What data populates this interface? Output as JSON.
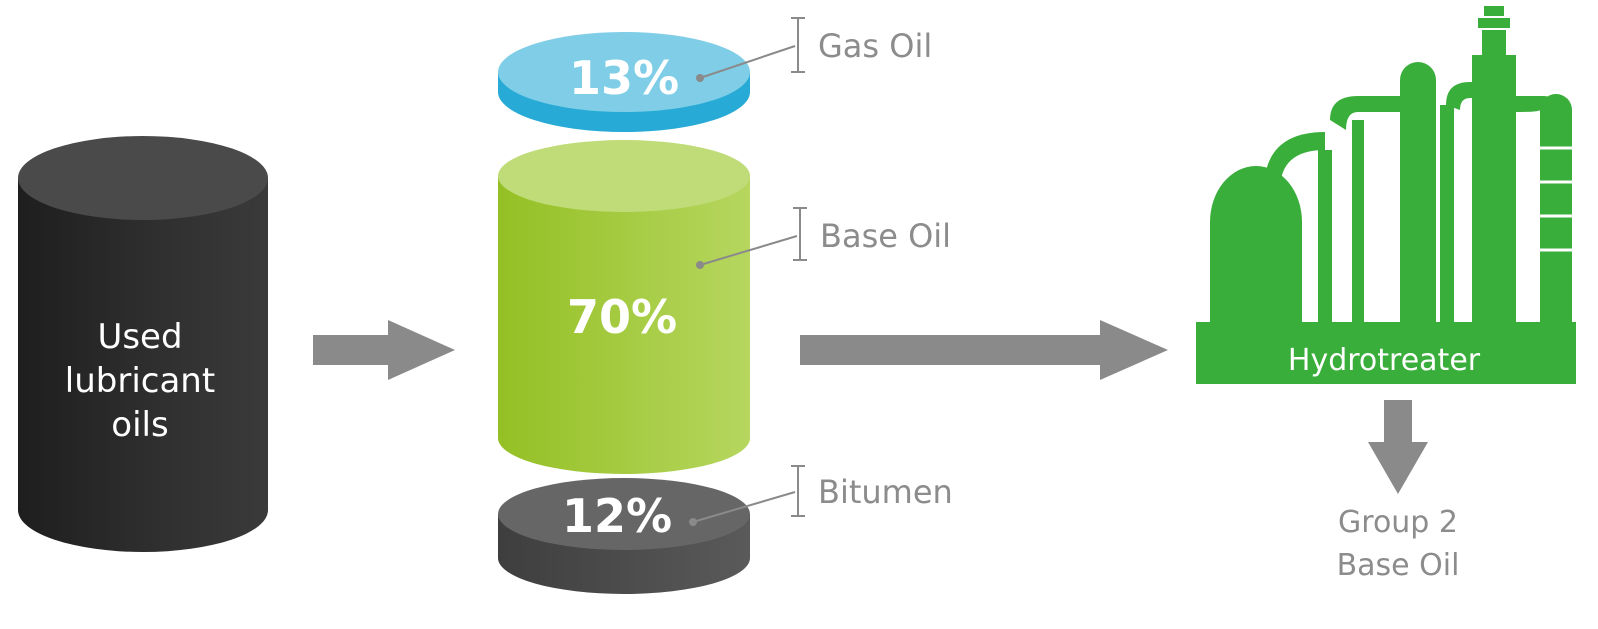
{
  "source": {
    "label_lines": [
      "Used",
      "lubricant",
      "oils"
    ]
  },
  "fractions": [
    {
      "name": "Gas Oil",
      "percent": "13%"
    },
    {
      "name": "Base Oil",
      "percent": "70%"
    },
    {
      "name": "Bitumen",
      "percent": "12%"
    }
  ],
  "hydrotreater": {
    "label": "Hydrotreater",
    "output_lines": [
      "Group 2",
      "Base Oil"
    ]
  },
  "colors": {
    "barrel_dark": "#2f2f2f",
    "gas_oil_blue": "#7fcde6",
    "base_oil_green": "#a9cd3c",
    "bitumen_grey": "#555555",
    "refinery_green": "#3aae3a",
    "arrow_grey": "#8a8a8a",
    "label_grey": "#8c8c8c"
  },
  "icons": {
    "flow_arrow": "right-arrow",
    "down_arrow": "down-arrow",
    "refinery": "refinery-icon"
  }
}
